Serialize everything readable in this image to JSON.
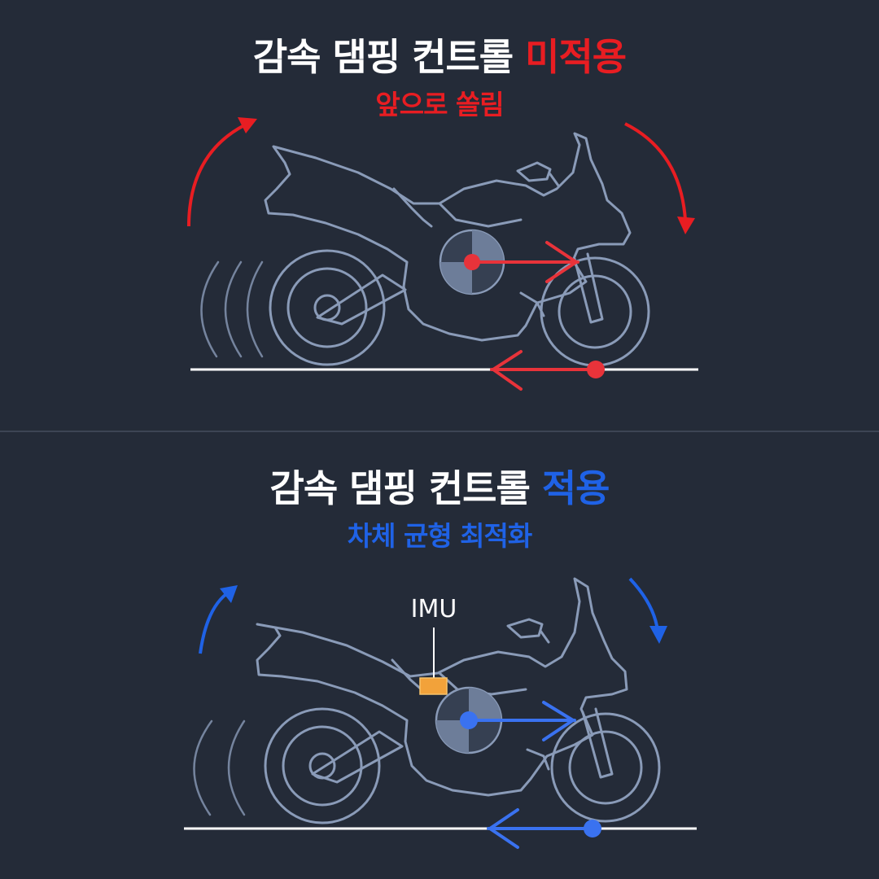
{
  "top_panel": {
    "title_prefix": "감속 댐핑 컨트롤",
    "title_highlight": "미적용",
    "subtitle": "앞으로 쏠림",
    "accent_color": "#e81d22"
  },
  "bottom_panel": {
    "title_prefix": "감속 댐핑 컨트롤",
    "title_highlight": "적용",
    "subtitle": "차체 균형 최적화",
    "accent_color": "#1f62e6",
    "imu_label": "IMU"
  },
  "icons": {
    "motorcycle": "motorcycle-outline-icon",
    "pitch_forward": "curved-arrow-icon",
    "center_of_gravity": "center-of-gravity-icon",
    "sensor": "imu-sensor-icon"
  },
  "colors": {
    "background": "#242b38",
    "outline": "#8a9bb8",
    "imu": "#f2a23a"
  }
}
